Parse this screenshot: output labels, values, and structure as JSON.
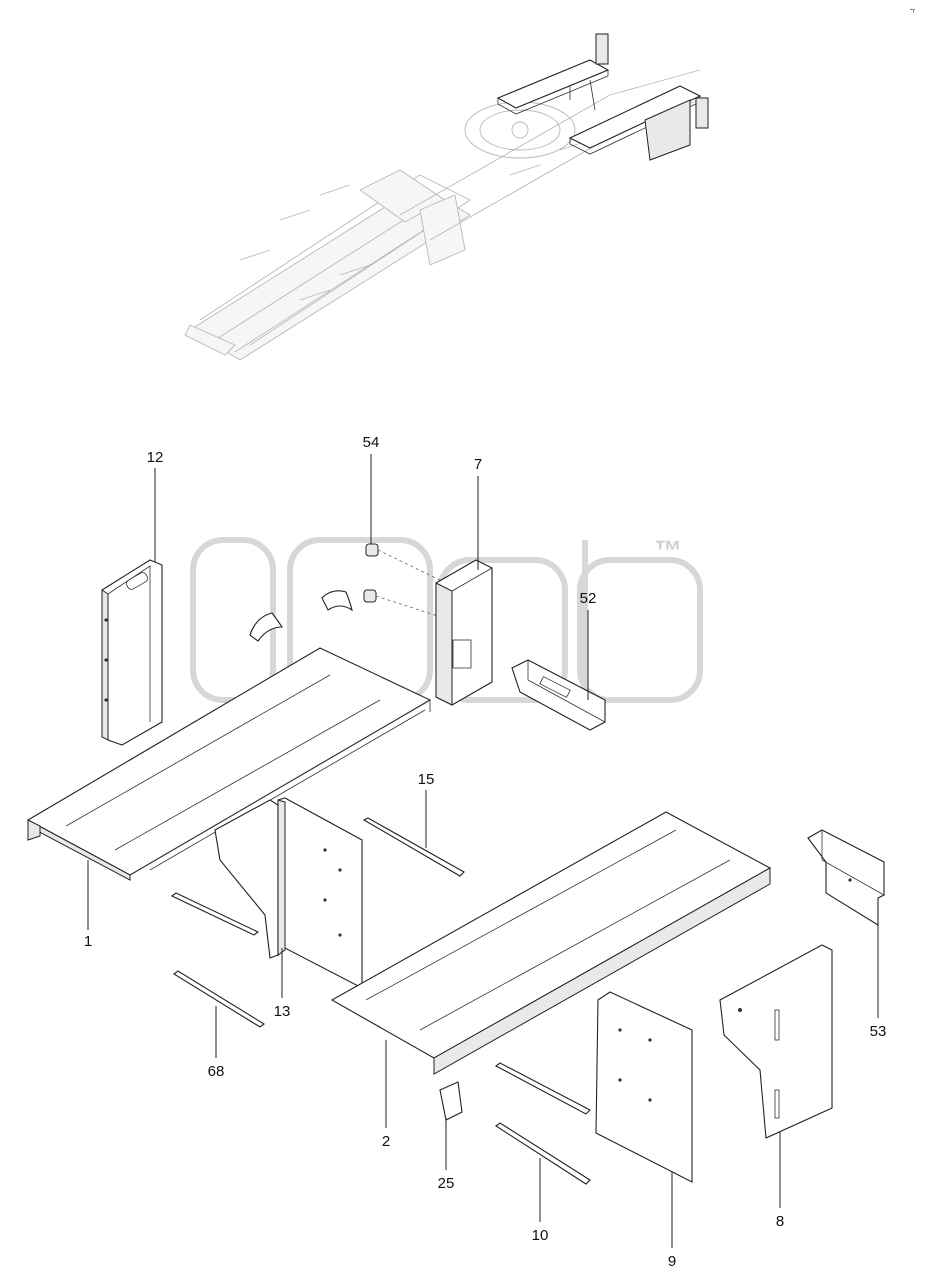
{
  "watermark": {
    "mark": "™"
  },
  "corner_glyph": "-ᵣ",
  "callouts": {
    "p1": "1",
    "p2": "2",
    "p7": "7",
    "p8": "8",
    "p9": "9",
    "p10": "10",
    "p12": "12",
    "p13": "13",
    "p15": "15",
    "p25": "25",
    "p52": "52",
    "p53": "53",
    "p54": "54",
    "p68": "68"
  }
}
